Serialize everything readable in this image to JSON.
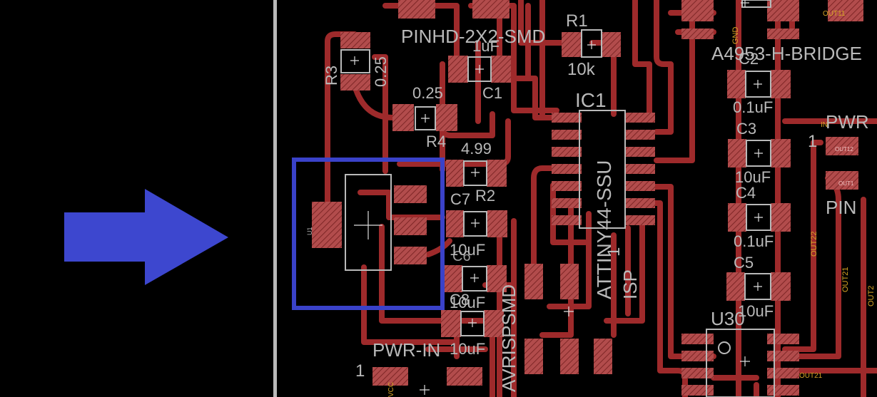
{
  "colors": {
    "background": "#000000",
    "trace": "#9e2a2b",
    "pad": "#b14a4a",
    "silkscreen": "#b9b9b9",
    "highlight": "#3a42c9",
    "arrow": "#3d47cf",
    "net_label": "#d6a426"
  },
  "arrow": {
    "icon": "right-arrow-icon"
  },
  "labels": {
    "pinhd": "PINHD-2X2-SMD",
    "r1": "R1",
    "r1_value": "10k",
    "c1_value": "1uF",
    "c1": "C1",
    "r3": "R3",
    "r3_value": "0.25",
    "r4_value": "0.25",
    "r4": "R4",
    "r2_value": "4.99",
    "c7": "C7",
    "r2": "R2",
    "c6_value": "10uF",
    "c6": "C6",
    "c8": "C8",
    "c8_value": "10uF",
    "pwr_in_value": "10uF",
    "pwr_in": "PWR-IN",
    "pwr_in_pin": "1",
    "avrisp": "AVRISPSMD",
    "ic1": "IC1",
    "ic1_part": "ATTINY44-SSU",
    "isp_pin": "1",
    "isp": "ISP",
    "u1": "U1",
    "hbridge": "A4953-H-BRIDGE",
    "c2": "C2",
    "c2_value": "0.1uF",
    "c3": "C3",
    "c3_value": "10uF",
    "c4": "C4",
    "c4_value": "0.1uF",
    "c5": "C5",
    "c5_value": "10uF",
    "u30": "U30",
    "pwr": "PWR",
    "pwr_pin": "1",
    "pin": "PIN"
  },
  "nets": {
    "out11": "OUT11",
    "out12": "OUT12",
    "out21": "OUT21",
    "out22": "OUT22",
    "out21b": "OUT21",
    "out2": "OUT2",
    "out1": "OUT1",
    "gnd": "GND",
    "in": "IN",
    "vcc": "VCC"
  }
}
